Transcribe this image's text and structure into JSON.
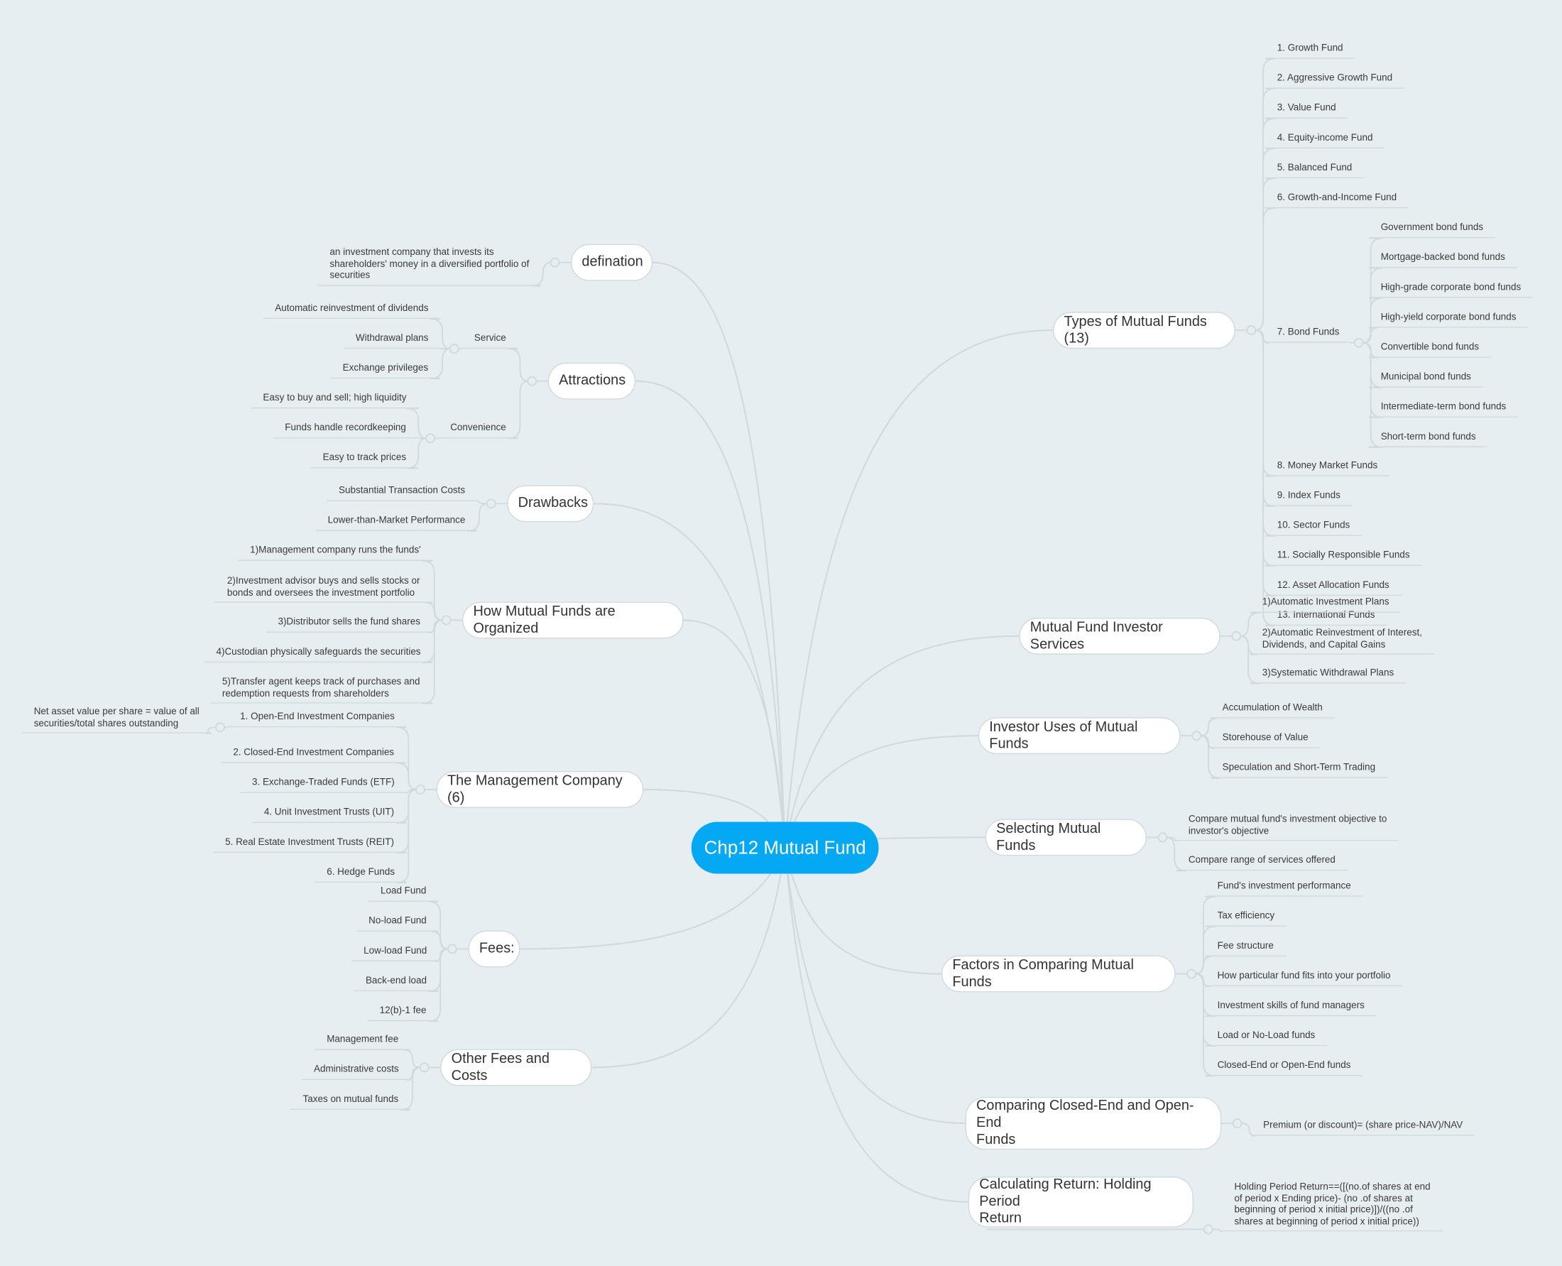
{
  "colors": {
    "background": "#e7eef1",
    "root": "#05a8f2",
    "connector": "#d2d9dd",
    "node_fill": "#ffffff"
  },
  "root": {
    "title": "Chp12 Mutual Fund"
  },
  "branches": [
    {
      "label": "defination",
      "side": "left",
      "children": [
        {
          "label": "an investment company that invests its\nshareholders' money in a diversified portfolio of\nsecurities"
        }
      ]
    },
    {
      "label": "Attractions",
      "side": "left",
      "children": [
        {
          "label": "Service",
          "children": [
            {
              "label": "Automatic reinvestment of dividends"
            },
            {
              "label": "Withdrawal plans"
            },
            {
              "label": "Exchange privileges"
            }
          ]
        },
        {
          "label": "Convenience",
          "children": [
            {
              "label": "Easy to buy and sell; high liquidity"
            },
            {
              "label": "Funds handle recordkeeping"
            },
            {
              "label": "Easy to track prices"
            }
          ]
        }
      ]
    },
    {
      "label": "Drawbacks",
      "side": "left",
      "children": [
        {
          "label": "Substantial Transaction Costs"
        },
        {
          "label": "Lower-than-Market Performance"
        }
      ]
    },
    {
      "label": "How Mutual Funds are Organized",
      "side": "left",
      "children": [
        {
          "label": "1)Management company runs the funds'"
        },
        {
          "label": "2)Investment advisor buys and sells stocks or\nbonds and oversees the investment portfolio"
        },
        {
          "label": "3)Distributor sells the fund shares"
        },
        {
          "label": "4)Custodian physically safeguards the securities"
        },
        {
          "label": "5)Transfer agent keeps track of purchases and\nredemption requests from shareholders"
        }
      ]
    },
    {
      "label": "The Management Company (6)",
      "side": "left",
      "children": [
        {
          "label": "1. Open-End Investment Companies",
          "children": [
            {
              "label": "Net asset value per share = value of all\nsecurities/total shares outstanding"
            }
          ]
        },
        {
          "label": "2. Closed-End Investment Companies"
        },
        {
          "label": "3. Exchange-Traded Funds (ETF)"
        },
        {
          "label": "4. Unit Investment Trusts (UIT)"
        },
        {
          "label": "5. Real Estate Investment Trusts (REIT)"
        },
        {
          "label": "6. Hedge Funds"
        }
      ]
    },
    {
      "label": "Fees:",
      "side": "left",
      "children": [
        {
          "label": "Load Fund"
        },
        {
          "label": "No-load Fund"
        },
        {
          "label": "Low-load Fund"
        },
        {
          "label": "Back-end load"
        },
        {
          "label": "12(b)-1 fee"
        }
      ]
    },
    {
      "label": "Other Fees and Costs",
      "side": "left",
      "children": [
        {
          "label": "Management fee"
        },
        {
          "label": "Administrative costs"
        },
        {
          "label": "Taxes on mutual funds"
        }
      ]
    },
    {
      "label": "Types of Mutual Funds (13)",
      "side": "right",
      "children": [
        {
          "label": "1. Growth Fund"
        },
        {
          "label": "2. Aggressive Growth Fund"
        },
        {
          "label": "3. Value Fund"
        },
        {
          "label": "4. Equity-income Fund"
        },
        {
          "label": "5. Balanced Fund"
        },
        {
          "label": "6. Growth-and-Income Fund"
        },
        {
          "label": "7. Bond Funds",
          "children": [
            {
              "label": "Government bond funds"
            },
            {
              "label": "Mortgage-backed bond funds"
            },
            {
              "label": "High-grade corporate bond funds"
            },
            {
              "label": "High-yield corporate bond funds"
            },
            {
              "label": "Convertible bond funds"
            },
            {
              "label": "Municipal bond funds"
            },
            {
              "label": "Intermediate-term bond funds"
            },
            {
              "label": "Short-term bond funds"
            }
          ]
        },
        {
          "label": "8. Money Market Funds"
        },
        {
          "label": "9. Index Funds"
        },
        {
          "label": "10. Sector Funds"
        },
        {
          "label": "11. Socially Responsible Funds"
        },
        {
          "label": "12. Asset Allocation Funds"
        },
        {
          "label": "13. International Funds"
        }
      ]
    },
    {
      "label": "Mutual Fund Investor Services",
      "side": "right",
      "children": [
        {
          "label": "1)Automatic Investment Plans"
        },
        {
          "label": "2)Automatic Reinvestment of Interest,\nDividends, and Capital Gains"
        },
        {
          "label": "3)Systematic Withdrawal Plans"
        }
      ]
    },
    {
      "label": "Investor Uses of Mutual Funds",
      "side": "right",
      "children": [
        {
          "label": "Accumulation of Wealth"
        },
        {
          "label": "Storehouse of Value"
        },
        {
          "label": "Speculation and Short-Term Trading"
        }
      ]
    },
    {
      "label": "Selecting Mutual Funds",
      "side": "right",
      "children": [
        {
          "label": "Compare mutual fund's investment objective to\ninvestor's objective"
        },
        {
          "label": "Compare range of services offered"
        }
      ]
    },
    {
      "label": "Factors in Comparing Mutual Funds",
      "side": "right",
      "children": [
        {
          "label": "Fund's investment performance"
        },
        {
          "label": "Tax efficiency"
        },
        {
          "label": "Fee structure"
        },
        {
          "label": "How particular fund fits into your portfolio"
        },
        {
          "label": "Investment skills of fund managers"
        },
        {
          "label": "Load or No-Load funds"
        },
        {
          "label": "Closed-End or Open-End funds"
        }
      ]
    },
    {
      "label": "Comparing Closed-End and  Open-End\nFunds",
      "side": "right",
      "children": [
        {
          "label": "Premium (or discount)= (share price-NAV)/NAV"
        }
      ]
    },
    {
      "label": "Calculating Return: Holding Period\nReturn",
      "side": "right",
      "children": [
        {
          "label": "Holding Period Return==([(no.of shares at end\nof period x Ending price)- (no .of shares at\nbeginning of period x initial price)])/((no .of\nshares at beginning of period x initial price))"
        }
      ]
    }
  ]
}
